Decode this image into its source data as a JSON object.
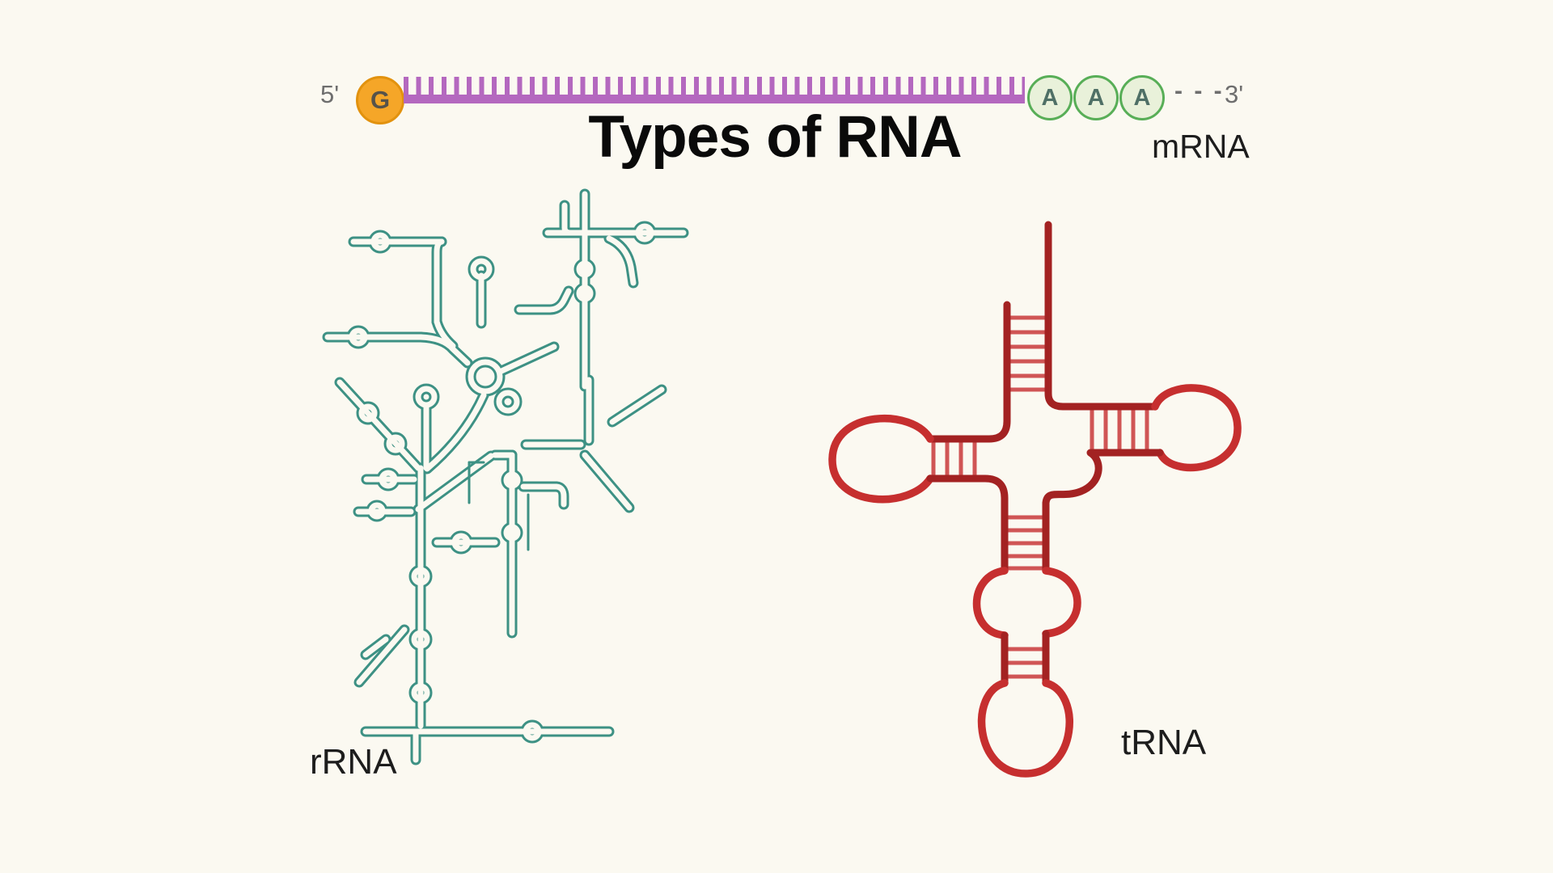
{
  "title": "Types of RNA",
  "mrna": {
    "five_prime": "5'",
    "cap_letter": "G",
    "poly_a": [
      "A",
      "A",
      "A"
    ],
    "dashes": "- - -",
    "three_prime": "3'",
    "label": "mRNA"
  },
  "rrna": {
    "label": "rRNA"
  },
  "trna": {
    "label": "tRNA"
  },
  "colors": {
    "cream": "#fbf9f1",
    "purple": "#b468bf",
    "cap-fill": "#f5a628",
    "cap-border": "#e2920e",
    "cap-text": "#57534a",
    "polya-fill": "#e9f1da",
    "polya-border": "#58ae57",
    "polya-text": "#4f7066",
    "gray": "#6e6e6e",
    "ink": "#161616",
    "teal": "#3d9184",
    "red-dark": "#a32222",
    "red-bright": "#c62f2f",
    "red-rung": "#d05555"
  }
}
